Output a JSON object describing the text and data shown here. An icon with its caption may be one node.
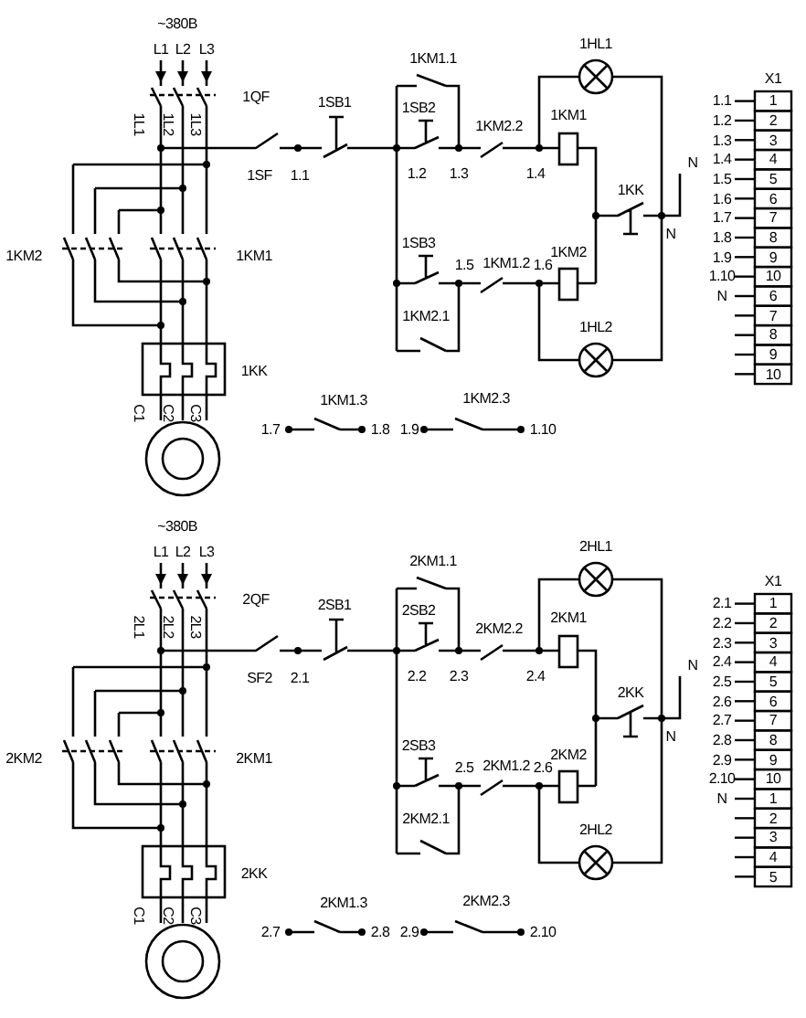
{
  "diagram": {
    "labels": [
      "~380В",
      "L1",
      "L2",
      "L3",
      "1QF",
      "1SB1",
      "1KM1.1",
      "1HL1",
      "X1",
      "1SB2",
      "1KM2.2",
      "1KM1",
      "1L1",
      "1L2",
      "1L3",
      "1SF",
      "1.1",
      "1.2",
      "1.3",
      "1.4",
      "N",
      "1KK",
      "N",
      "1KM2",
      "1KM1",
      "1SB3",
      "1.5",
      "1KM1.2",
      "1.6",
      "1KM2",
      "1KM2.1",
      "1HL2",
      "1KK",
      "1KM1.3",
      "1KM2.3",
      "C1",
      "C2",
      "C3",
      "1.7",
      "1.8",
      "1.9",
      "1.10",
      "1.1",
      "1",
      "1.2",
      "2",
      "1.3",
      "3",
      "1.4",
      "4",
      "1.5",
      "5",
      "1.6",
      "6",
      "1.7",
      "7",
      "1.8",
      "8",
      "1.9",
      "9",
      "1.10",
      "10",
      "N",
      "6",
      "7",
      "8",
      "9",
      "10",
      "~380В",
      "L1",
      "L2",
      "L3",
      "2QF",
      "2SB1",
      "2KM1.1",
      "2HL1",
      "X1",
      "2SB2",
      "2KM2.2",
      "2KM1",
      "2L1",
      "2L2",
      "2L3",
      "SF2",
      "2.1",
      "2.2",
      "2.3",
      "2.4",
      "N",
      "2KK",
      "N",
      "2KM2",
      "2KM1",
      "2SB3",
      "2.5",
      "2KM1.2",
      "2.6",
      "2KM2",
      "2KM2.1",
      "2HL2",
      "2KK",
      "2KM1.3",
      "2KM2.3",
      "C1",
      "C2",
      "C3",
      "2.7",
      "2.8",
      "2.9",
      "2.10",
      "2.1",
      "1",
      "2.2",
      "2",
      "2.3",
      "3",
      "2.4",
      "4",
      "2.5",
      "5",
      "2.6",
      "6",
      "2.7",
      "7",
      "2.8",
      "8",
      "2.9",
      "9",
      "2.10",
      "10",
      "N",
      "1",
      "2",
      "3",
      "4",
      "5"
    ]
  }
}
